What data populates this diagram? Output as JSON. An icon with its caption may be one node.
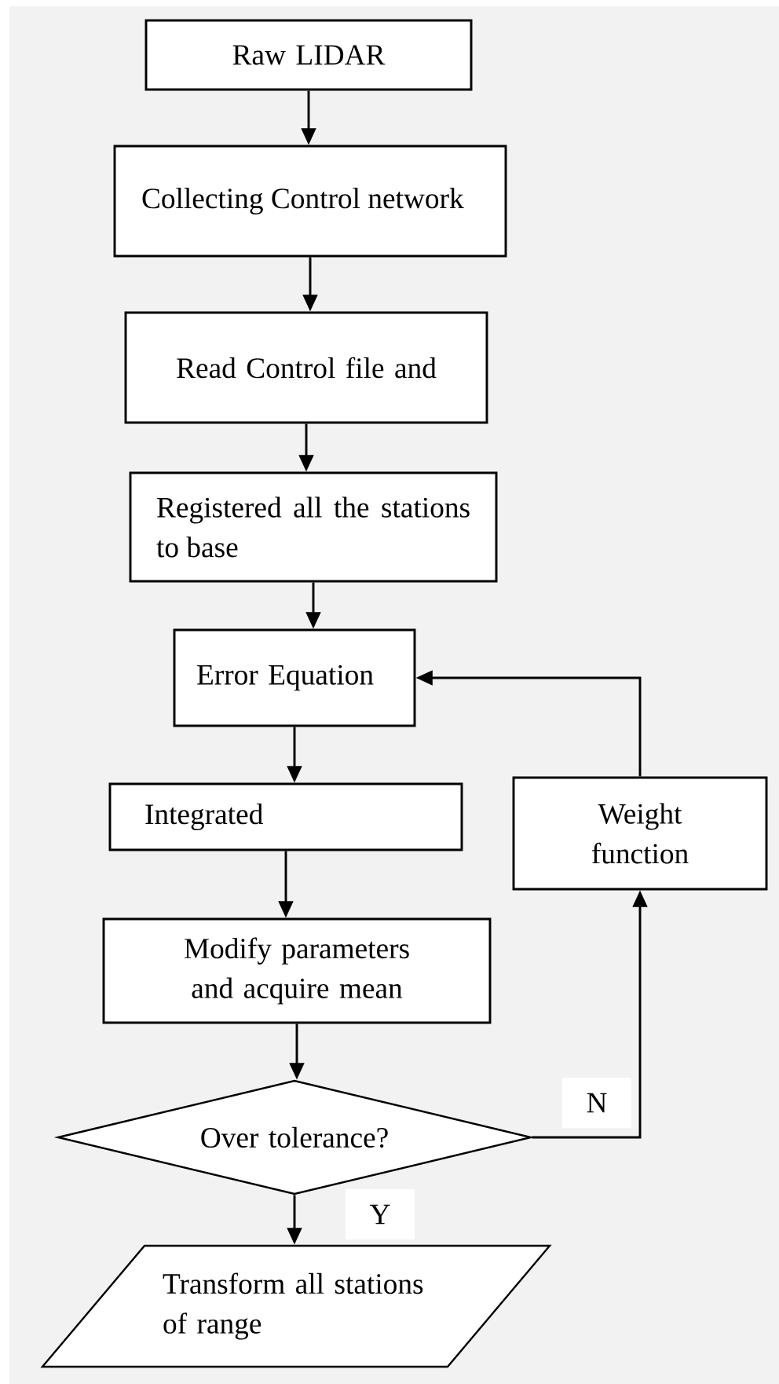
{
  "diagram": {
    "nodes": [
      {
        "text": [
          "Raw LIDAR"
        ]
      },
      {
        "text": [
          "Collecting Control network"
        ]
      },
      {
        "text": [
          "Read Control file and"
        ]
      },
      {
        "text": [
          "Registered all the stations to base"
        ]
      },
      {
        "text": [
          "Error Equation"
        ]
      },
      {
        "text": [
          "Integrated"
        ]
      },
      {
        "text": [
          "Weight function"
        ]
      },
      {
        "text": [
          "Modify parameters and acquire mean"
        ]
      },
      {
        "text": [
          "Over tolerance?"
        ]
      },
      {
        "text": [
          "Transform all stations of range"
        ]
      }
    ],
    "edges": [
      {
        "from": 0,
        "to": 1,
        "arrow": "to"
      },
      {
        "from": 1,
        "to": 2,
        "arrow": "to"
      },
      {
        "from": 2,
        "to": 3,
        "arrow": "to"
      },
      {
        "from": 3,
        "to": 4,
        "arrow": "to"
      },
      {
        "from": 4,
        "to": 5,
        "arrow": "to"
      },
      {
        "from": 5,
        "to": 7,
        "arrow": "to"
      },
      {
        "from": 7,
        "to": 8,
        "arrow": "to"
      },
      {
        "from": 8,
        "to": 9,
        "arrow": "to",
        "label": "Y"
      },
      {
        "from": 8,
        "to": 6,
        "arrow": "to",
        "label": "N"
      },
      {
        "from": 6,
        "to": 4,
        "arrow": "to"
      }
    ]
  }
}
